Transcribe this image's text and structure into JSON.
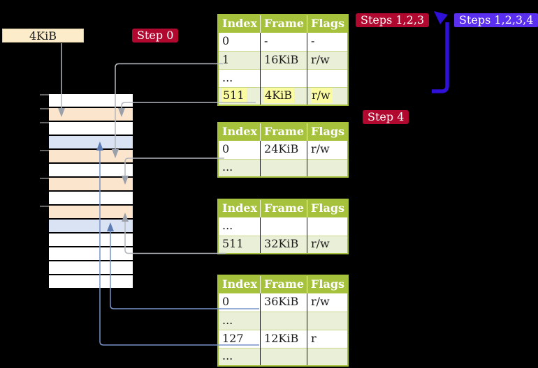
{
  "diagram": {
    "page_size_label": "4KiB",
    "badges": {
      "step0": "Step 0",
      "steps123": "Steps 1,2,3",
      "steps1234": "Steps 1,2,3,4",
      "step4": "Step 4"
    },
    "colors": {
      "badge_red": "#b0082e",
      "badge_violet": "#5b2ff0",
      "arrow_blue": "#2e10d8",
      "table_header_green": "#a6c23d",
      "row_light_green": "#eaefd8",
      "highlight_yellow": "#fbfba2",
      "label_cream": "#fcecc9",
      "memory_peach": "#fce5cd",
      "memory_blue": "#dae3f3",
      "connector_gray": "#b3b8be",
      "connector_gray_head": "#9aa1ab",
      "connector_blue": "#7693c7",
      "connector_blue_head": "#5d7cb4",
      "tick_gray": "#888888"
    },
    "tables": [
      {
        "id": "t1",
        "headers": [
          "Index",
          "Frame",
          "Flags"
        ],
        "rows": [
          [
            "0",
            "-",
            "-"
          ],
          [
            "1",
            "16KiB",
            "r/w"
          ],
          [
            "...",
            "",
            ""
          ],
          [
            "511",
            "4KiB",
            "r/w"
          ]
        ],
        "highlight_row": 3
      },
      {
        "id": "t2",
        "headers": [
          "Index",
          "Frame",
          "Flags"
        ],
        "rows": [
          [
            "0",
            "24KiB",
            "r/w"
          ],
          [
            "...",
            "",
            ""
          ]
        ],
        "highlight_row": -1
      },
      {
        "id": "t3",
        "headers": [
          "Index",
          "Frame",
          "Flags"
        ],
        "rows": [
          [
            "...",
            "",
            ""
          ],
          [
            "511",
            "32KiB",
            "r/w"
          ]
        ],
        "highlight_row": -1
      },
      {
        "id": "t4",
        "headers": [
          "Index",
          "Frame",
          "Flags"
        ],
        "rows": [
          [
            "0",
            "36KiB",
            "r/w"
          ],
          [
            "...",
            "",
            ""
          ],
          [
            "127",
            "12KiB",
            "r"
          ],
          [
            "...",
            "",
            ""
          ]
        ],
        "highlight_row": -1
      }
    ],
    "memory_rows": [
      "white",
      "peach",
      "white",
      "blue",
      "peach",
      "white",
      "peach",
      "white",
      "peach",
      "blue",
      "white",
      "white",
      "white",
      "white"
    ]
  }
}
